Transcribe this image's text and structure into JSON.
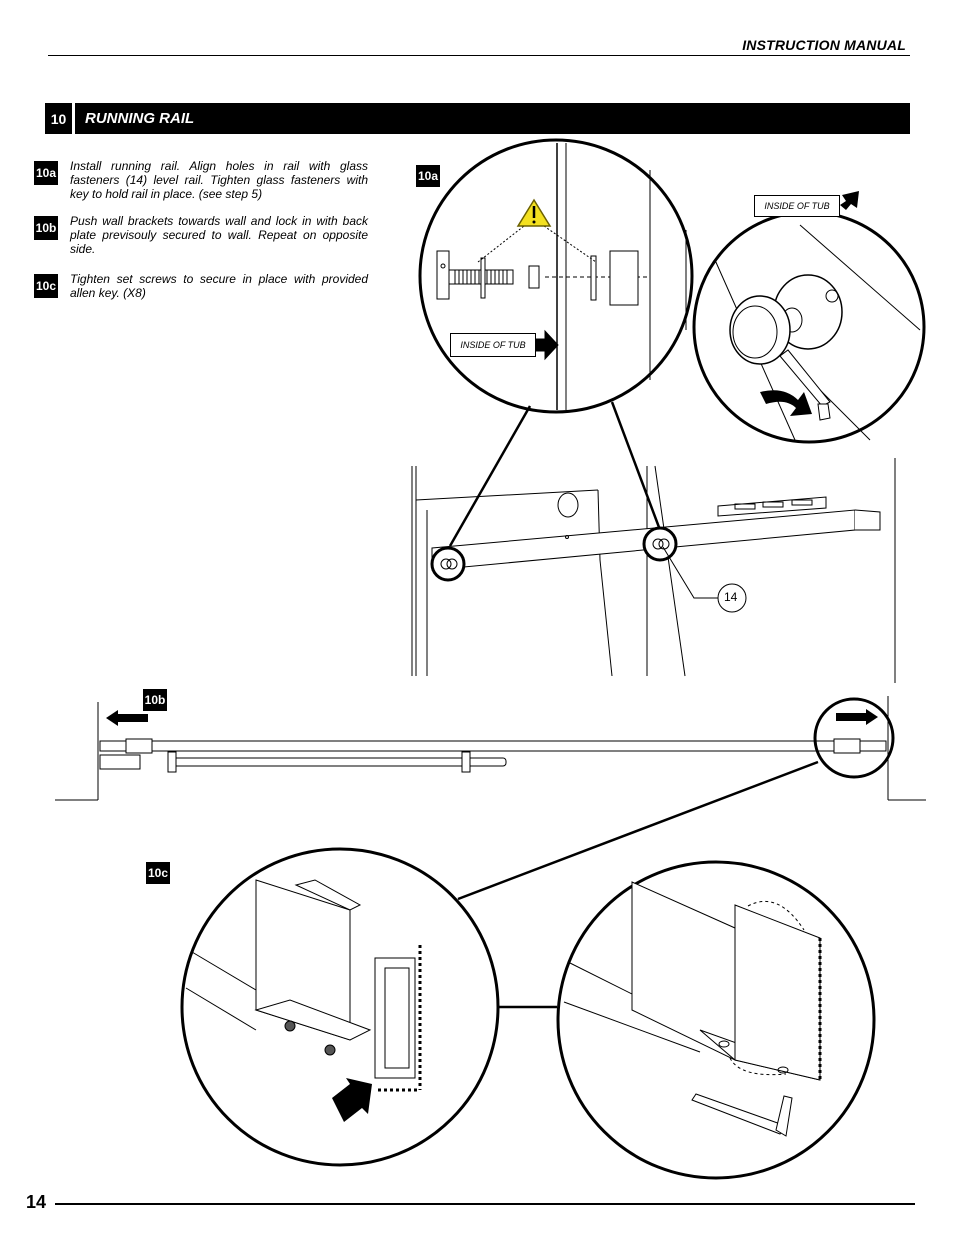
{
  "header": {
    "title": "INSTRUCTION MANUAL"
  },
  "section": {
    "number": "10",
    "title": "RUNNING RAIL"
  },
  "steps": [
    {
      "id": "10a",
      "text": "Install running rail. Align holes in rail with glass fasteners (14) level rail. Tighten glass fasteners with key to hold rail in place. (see step 5)"
    },
    {
      "id": "10b",
      "text": "Push wall brackets towards wall and lock in with back plate previsouly secured to wall. Repeat on opposite side."
    },
    {
      "id": "10c",
      "text": "Tighten set screws to secure in place with provided allen key. (X8)"
    }
  ],
  "figures": {
    "fig_10a_label": "10a",
    "fig_10b_label": "10b",
    "fig_10c_label": "10c",
    "inside_tub_1": "INSIDE OF TUB",
    "inside_tub_2": "INSIDE OF TUB",
    "callout_14": "14",
    "warning_icon": "warning-triangle-icon"
  },
  "footer": {
    "page_number": "14"
  }
}
